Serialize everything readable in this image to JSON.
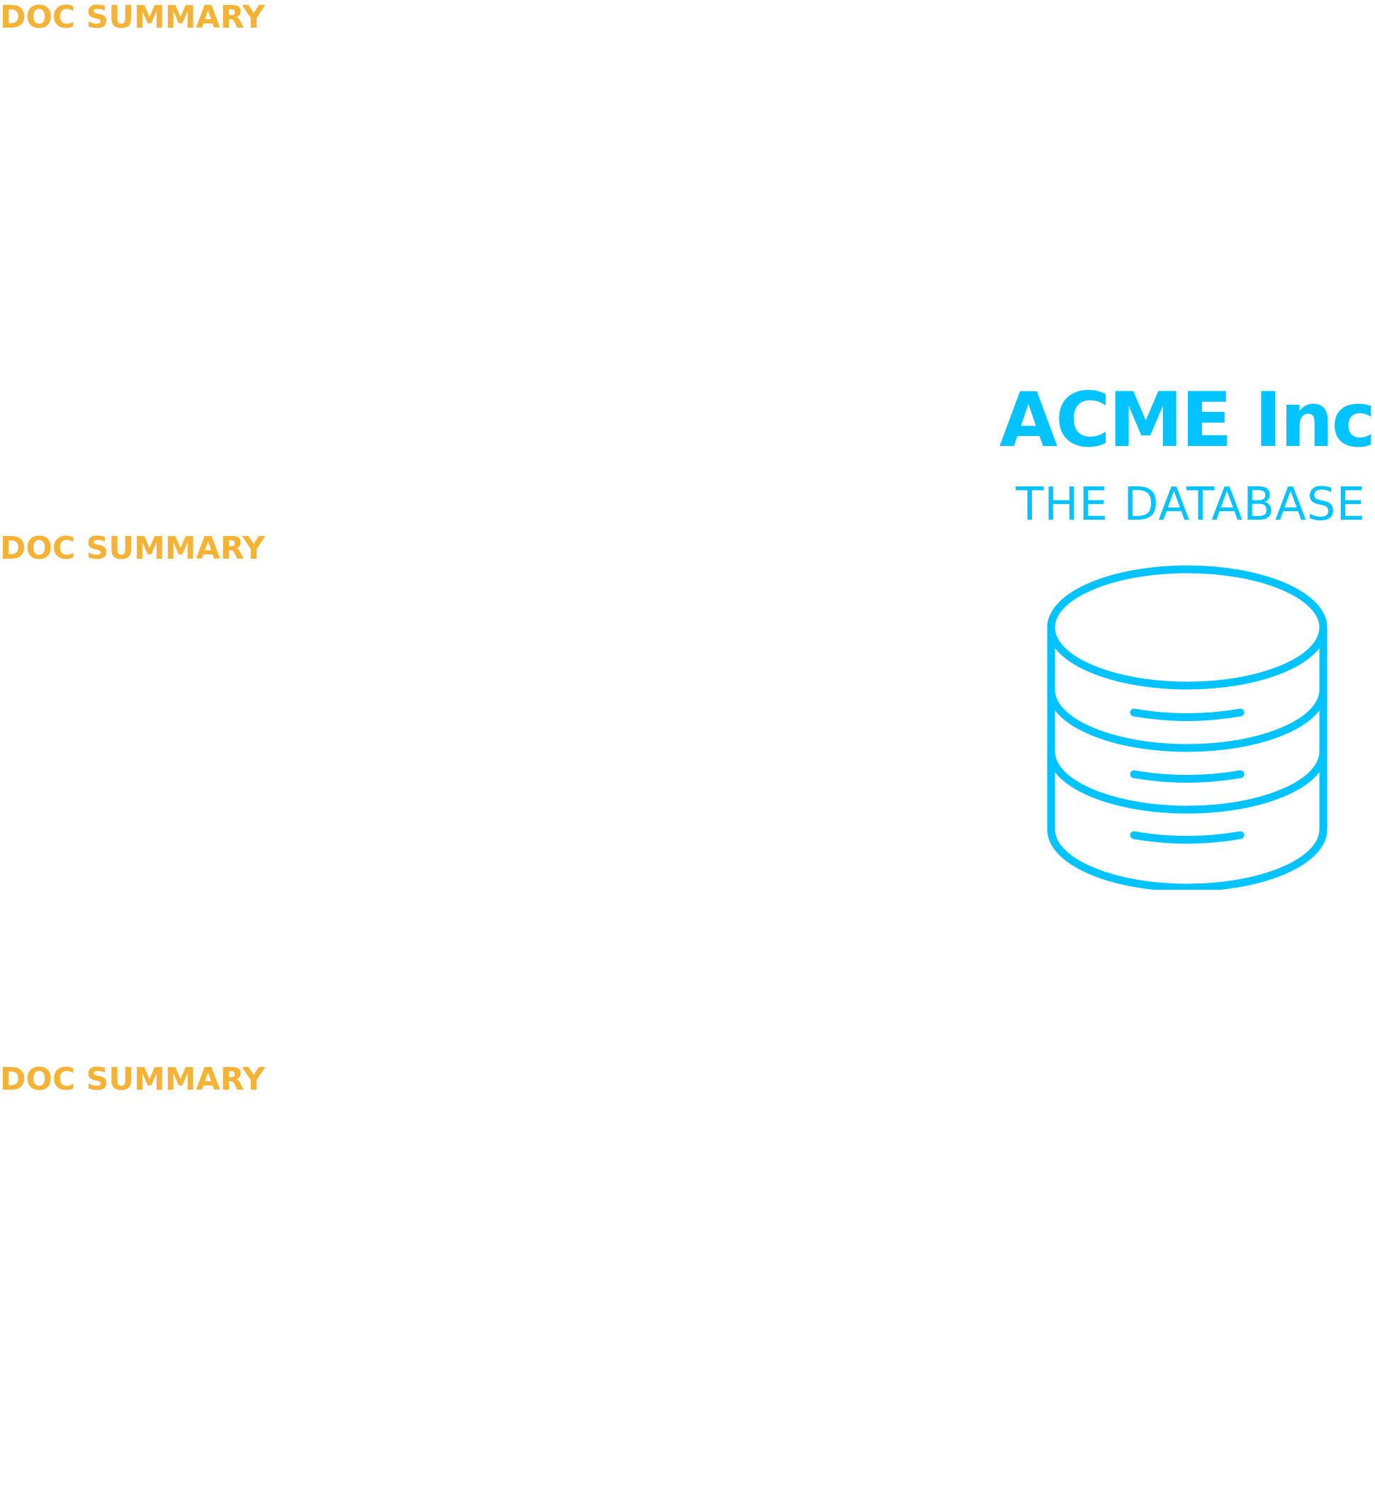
{
  "sections": [
    {
      "label": "DOC SUMMARY"
    },
    {
      "label": "DOC SUMMARY"
    },
    {
      "label": "DOC SUMMARY"
    }
  ],
  "brand": {
    "title": "ACME Inc.",
    "subtitle": "THE DATABASE",
    "icon": "database-icon"
  },
  "colors": {
    "section_label": "#F5B335",
    "brand": "#00C3FF",
    "background": "#FFFFFF"
  }
}
